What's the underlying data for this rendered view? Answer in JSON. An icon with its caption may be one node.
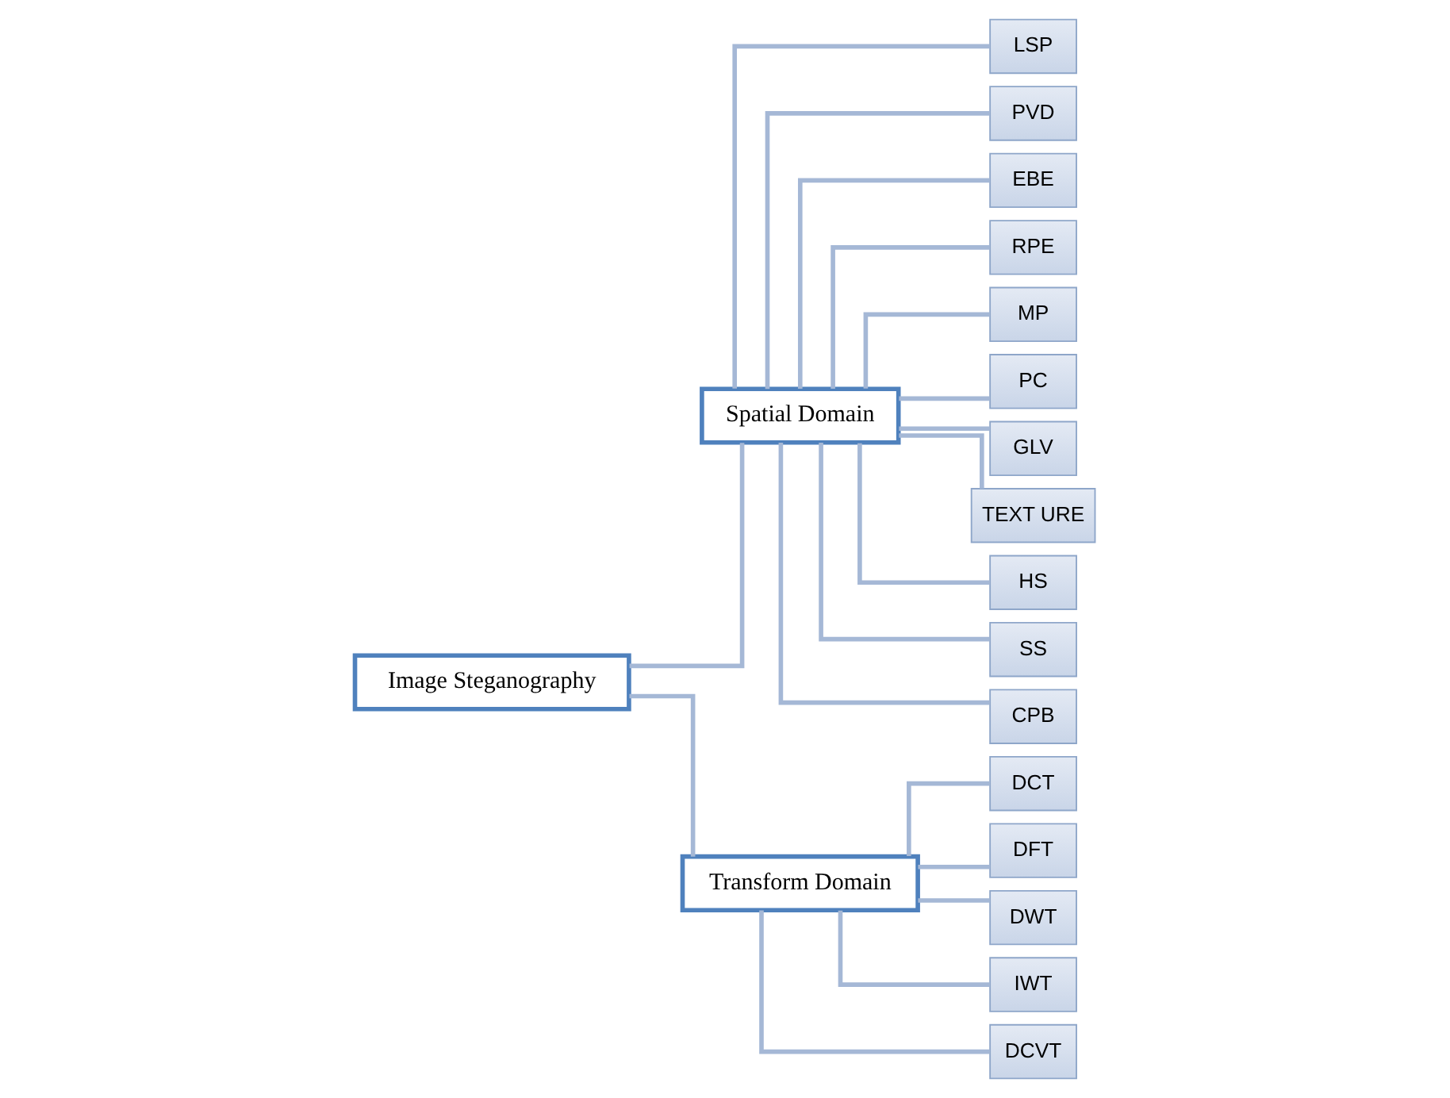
{
  "diagram": {
    "nodes": [
      {
        "text": [
          "Image Steganography"
        ]
      },
      {
        "text": [
          "Spatial Domain"
        ]
      },
      {
        "text": [
          "Transform Domain"
        ]
      },
      {
        "text": [
          "LSP"
        ]
      },
      {
        "text": [
          "PVD"
        ]
      },
      {
        "text": [
          "EBE"
        ]
      },
      {
        "text": [
          "RPE"
        ]
      },
      {
        "text": [
          "MP"
        ]
      },
      {
        "text": [
          "PC"
        ]
      },
      {
        "text": [
          "GLV"
        ]
      },
      {
        "text": [
          "TEXT URE"
        ]
      },
      {
        "text": [
          "HS"
        ]
      },
      {
        "text": [
          "SS"
        ]
      },
      {
        "text": [
          "CPB"
        ]
      },
      {
        "text": [
          "DCT"
        ]
      },
      {
        "text": [
          "DFT"
        ]
      },
      {
        "text": [
          "DWT"
        ]
      },
      {
        "text": [
          "IWT"
        ]
      },
      {
        "text": [
          "DCVT"
        ]
      }
    ],
    "edges": [
      {
        "from": 0,
        "to": 1,
        "arrow": "none"
      },
      {
        "from": 0,
        "to": 2,
        "arrow": "none"
      },
      {
        "from": 1,
        "to": 3,
        "arrow": "none"
      },
      {
        "from": 1,
        "to": 4,
        "arrow": "none"
      },
      {
        "from": 1,
        "to": 5,
        "arrow": "none"
      },
      {
        "from": 1,
        "to": 6,
        "arrow": "none"
      },
      {
        "from": 1,
        "to": 7,
        "arrow": "none"
      },
      {
        "from": 1,
        "to": 8,
        "arrow": "none"
      },
      {
        "from": 1,
        "to": 9,
        "arrow": "none"
      },
      {
        "from": 1,
        "to": 10,
        "arrow": "none"
      },
      {
        "from": 1,
        "to": 11,
        "arrow": "none"
      },
      {
        "from": 1,
        "to": 12,
        "arrow": "none"
      },
      {
        "from": 1,
        "to": 13,
        "arrow": "none"
      },
      {
        "from": 2,
        "to": 14,
        "arrow": "none"
      },
      {
        "from": 2,
        "to": 15,
        "arrow": "none"
      },
      {
        "from": 2,
        "to": 16,
        "arrow": "none"
      },
      {
        "from": 2,
        "to": 17,
        "arrow": "none"
      },
      {
        "from": 2,
        "to": 18,
        "arrow": "none"
      }
    ]
  }
}
